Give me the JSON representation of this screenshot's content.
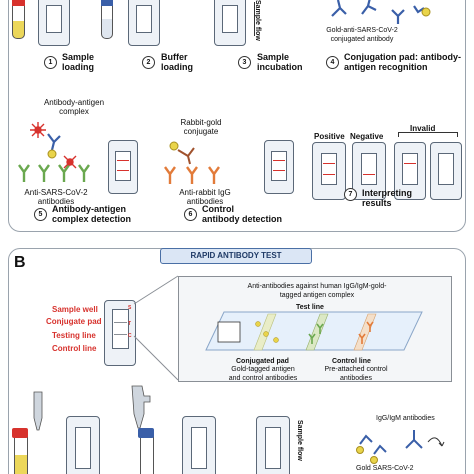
{
  "panel_a": {
    "steps": [
      {
        "num": "1",
        "label": "Sample\nloading"
      },
      {
        "num": "2",
        "label": "Buffer\nloading"
      },
      {
        "num": "3",
        "label": "Sample\nincubation"
      },
      {
        "num": "4",
        "label": "Conjugation pad: antibody-\nantigen recognition"
      },
      {
        "num": "5",
        "label": "Antibody-antigen\ncomplex detection"
      },
      {
        "num": "6",
        "label": "Control\nantibody detection"
      },
      {
        "num": "7",
        "label": "Interpreting\nresults"
      }
    ],
    "sample_flow": "Sample flow",
    "gold_label": "Gold-anti-SARS-CoV-2\nconjugated antibody",
    "complex_label": "Antibody-antigen\ncomplex",
    "anti_sars_label": "Anti-SARS-CoV-2\nantibodies",
    "rabbit_label": "Rabbit-gold\nconjugate",
    "anti_rabbit_label": "Anti-rabbit IgG\nantibodies",
    "positive": "Positive",
    "negative": "Negative",
    "invalid": "Invalid",
    "cassette_letters": {
      "s": "S",
      "t": "T",
      "c": "C"
    }
  },
  "panel_b": {
    "letter": "B",
    "title": "RAPID ANTIBODY TEST",
    "parts": [
      "Sample well",
      "Conjugate pad",
      "Testing line",
      "Control line"
    ],
    "anti_label": "Anti-antibodies against human IgG/IgM-gold-\ntagged antigen complex",
    "test_line": "Test line",
    "conj_pad": "Conjugated pad",
    "conj_desc": "Gold-tagged antigen\nand control antibodies",
    "control_line": "Control line",
    "control_desc": "Pre-attached control\nantibodies",
    "igg_label": "IgG/IgM antibodies",
    "gold_bottom": "Gold SARS-CoV-2",
    "sample_flow": "Sample flow"
  },
  "colors": {
    "red": "#d7322d",
    "blue": "#3a5fa8",
    "yellow": "#e9d44a",
    "panel_border": "#9aa3ad",
    "header_bg": "#dbe6f5"
  }
}
